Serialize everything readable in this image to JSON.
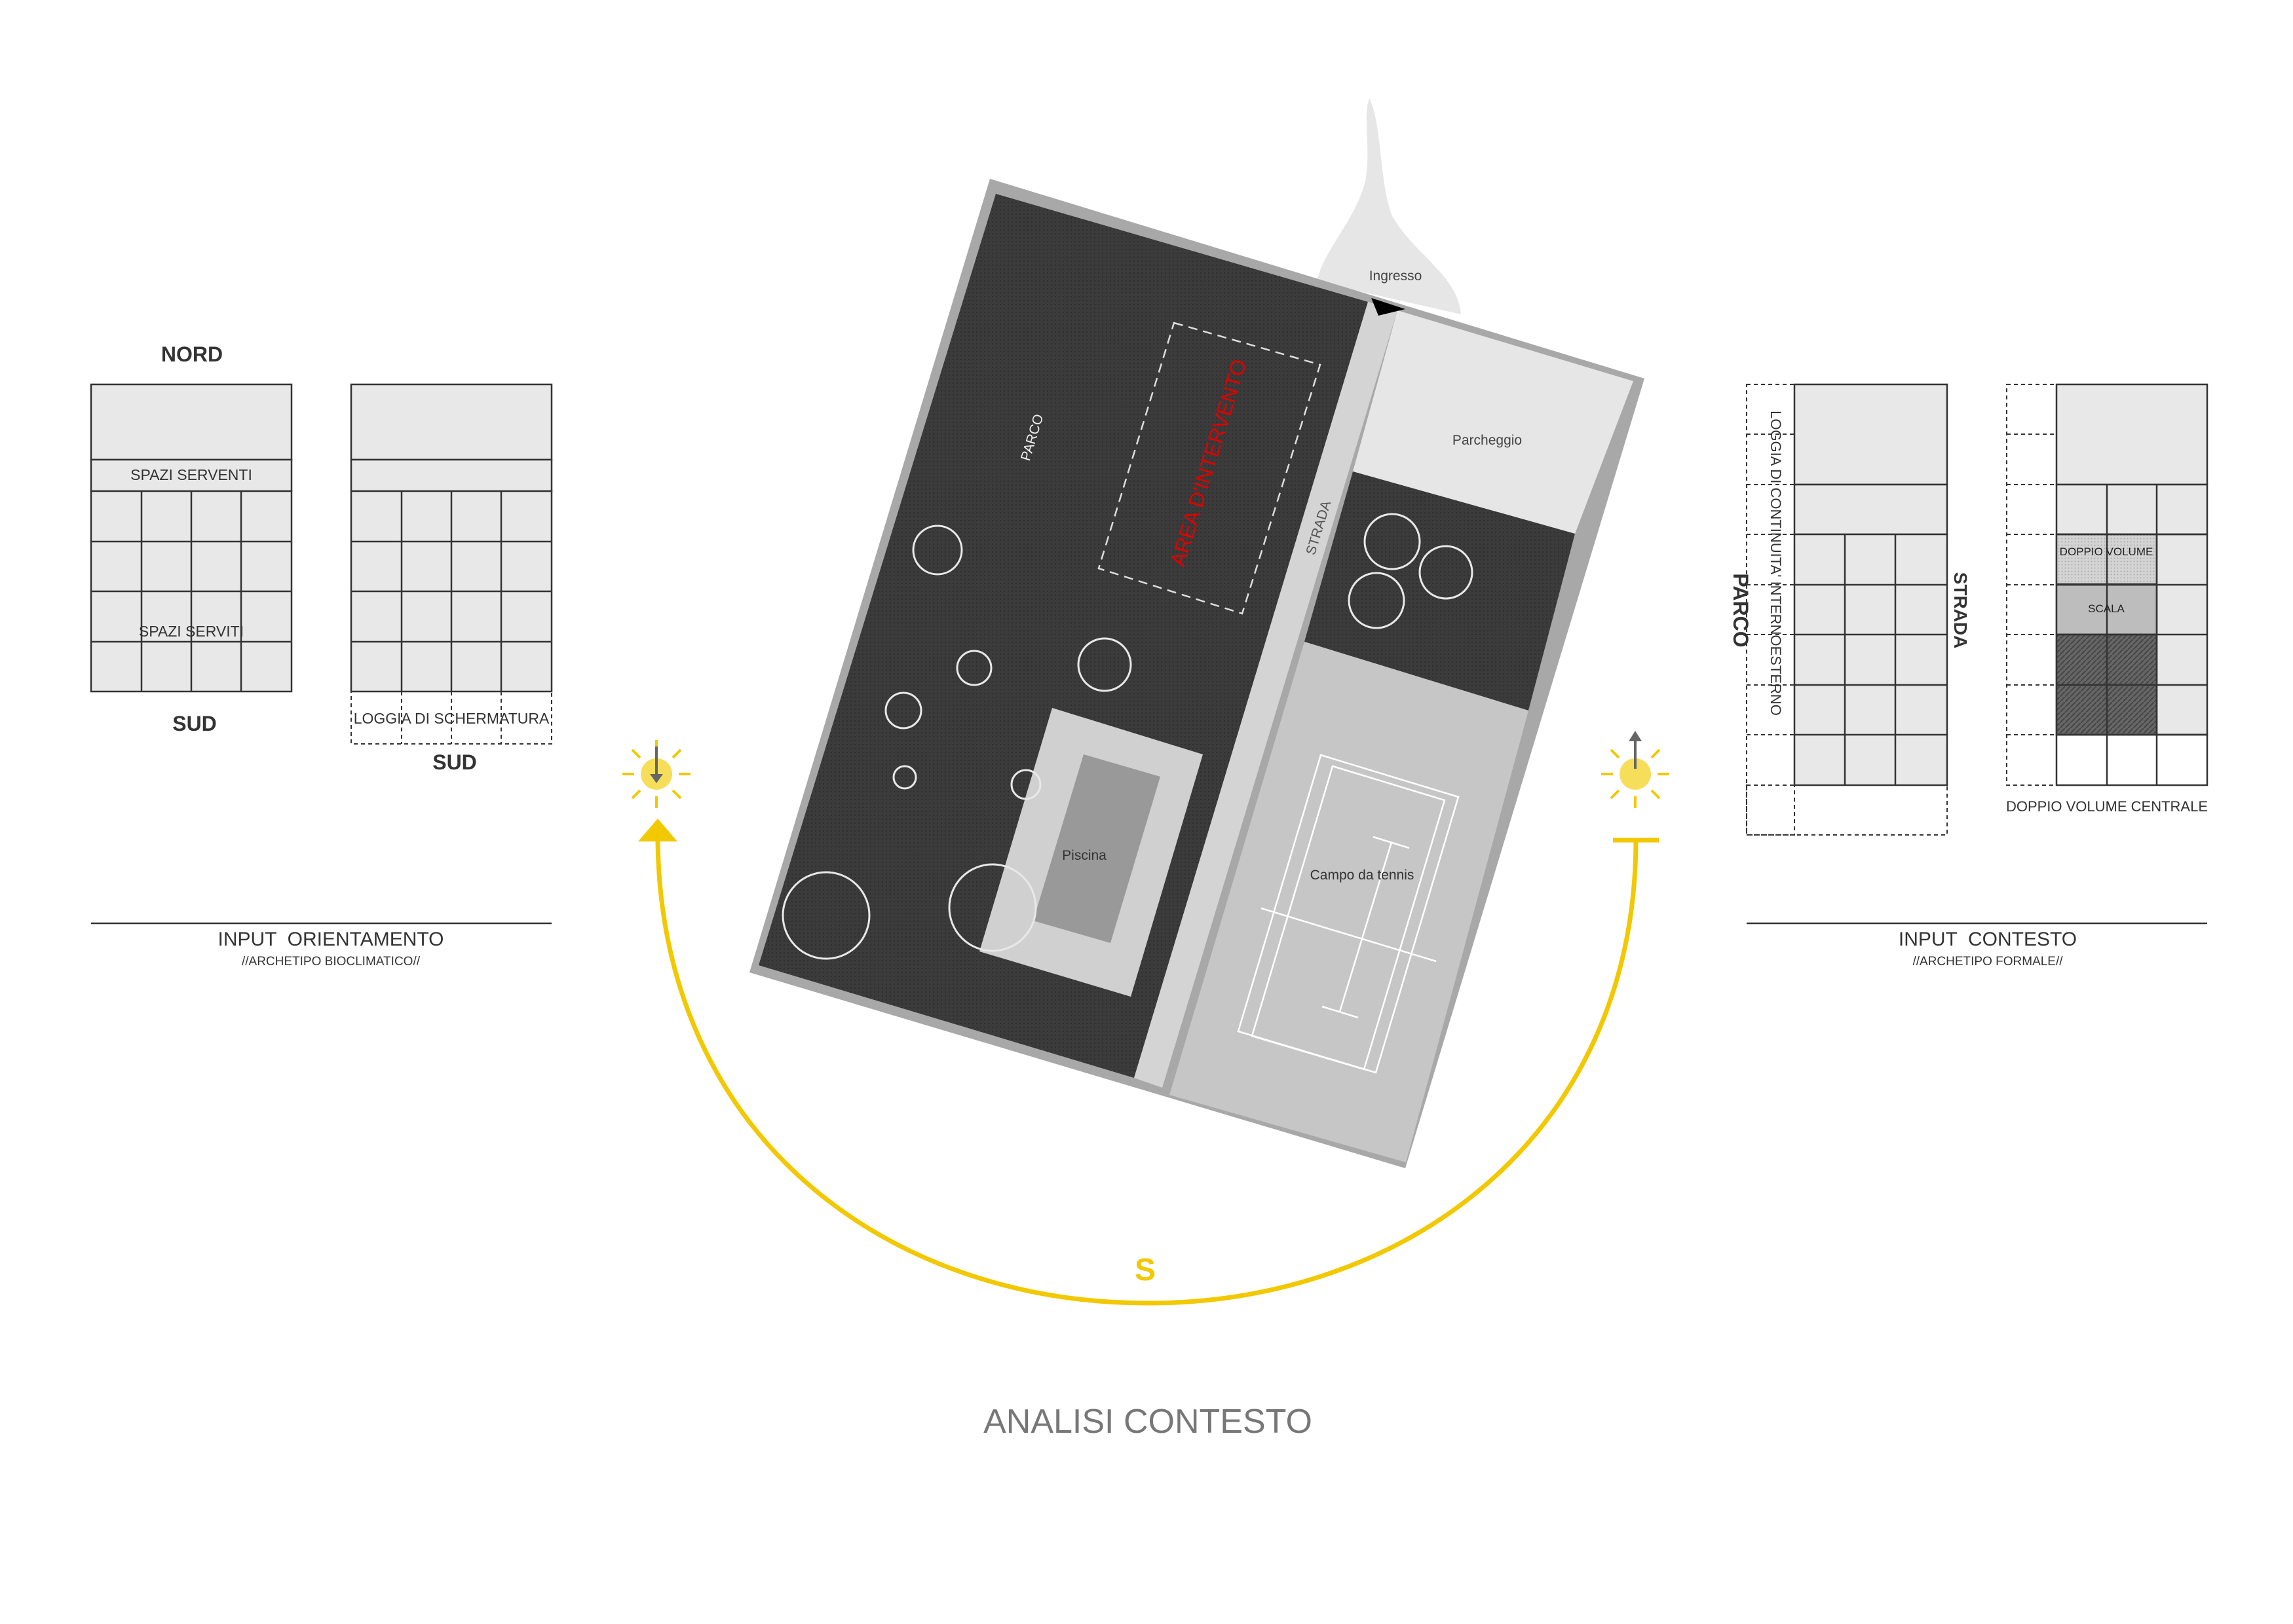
{
  "title": "ANALISI CONTESTO",
  "colors": {
    "sun": "#F2C800",
    "park": "#3a3a3a",
    "road": "#d0d0d0",
    "parking": "#e6e6e6",
    "tennis": "#c4c4c4",
    "accent_red": "#e00000",
    "cell_fill": "#e8e8e8",
    "grid_stroke": "#333333"
  },
  "left_panel": {
    "north_label": "NORD",
    "south_label_a": "SUD",
    "south_label_b": "SUD",
    "serving_spaces": "SPAZI SERVENTI",
    "served_spaces": "SPAZI SERVITI",
    "shading_loggia": "LOGGIA DI SCHERMATURA",
    "input_title": "INPUT  ORIENTAMENTO",
    "input_subtitle": "//ARCHETIPO BIOCLIMATICO//"
  },
  "site_plan": {
    "entrance": "Ingresso",
    "park": "PARCO",
    "intervention_area": "AREA D'INTERVENTO",
    "road": "STRADA",
    "parking": "Parcheggio",
    "pool": "Piscina",
    "tennis": "Campo da tennis"
  },
  "sun_path": {
    "south_label": "S",
    "west_icon": "sunset-down-icon",
    "east_icon": "sunrise-up-icon"
  },
  "right_panel": {
    "park_label": "PARCO",
    "road_label": "STRADA",
    "loggia_label": "LOGGIA DI CONTINUITA' INTERNOESTERNO",
    "double_volume": "DOPPIO VOLUME",
    "stair": "SCALA",
    "central_double_volume": "DOPPIO VOLUME CENTRALE",
    "input_title": "INPUT  CONTESTO",
    "input_subtitle": "//ARCHETIPO FORMALE//"
  }
}
